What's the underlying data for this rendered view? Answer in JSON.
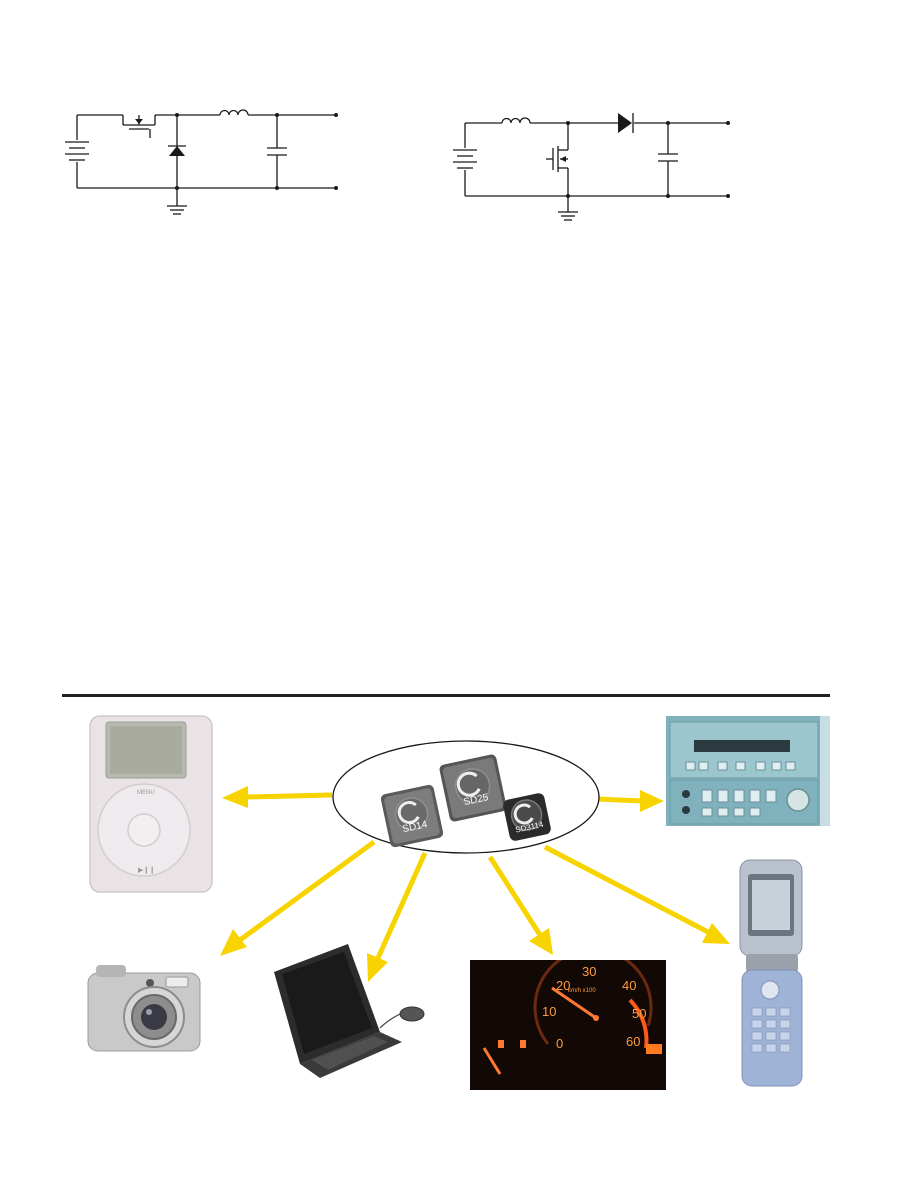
{
  "colors": {
    "arrow": "#f7d400",
    "wire": "#1a1a1a",
    "divider": "#222222",
    "gauge_glow": "#ff9a3a"
  },
  "circuits": [
    {
      "name": "buck-converter",
      "components": [
        "battery",
        "mosfet-switch",
        "diode",
        "inductor",
        "capacitor",
        "ground"
      ]
    },
    {
      "name": "boost-converter",
      "components": [
        "battery",
        "inductor",
        "mosfet-switch",
        "diode",
        "capacitor",
        "ground"
      ]
    }
  ],
  "hub": {
    "icon": "inductor-chips",
    "chips": [
      {
        "label": "SD14"
      },
      {
        "label": "SD25"
      },
      {
        "label": "SD3114"
      }
    ]
  },
  "devices": [
    {
      "name": "mp3-player",
      "icon": "music-player-icon"
    },
    {
      "name": "test-instrument",
      "icon": "instrument-panel-icon"
    },
    {
      "name": "digital-camera",
      "icon": "camera-icon"
    },
    {
      "name": "laptop",
      "icon": "laptop-icon"
    },
    {
      "name": "dashboard-gauge",
      "icon": "speedometer-icon"
    },
    {
      "name": "flip-phone",
      "icon": "phone-icon"
    }
  ],
  "gauge": {
    "unit": "km/h x100",
    "ticks": [
      "0",
      "10",
      "20",
      "30",
      "40",
      "50",
      "60"
    ]
  }
}
